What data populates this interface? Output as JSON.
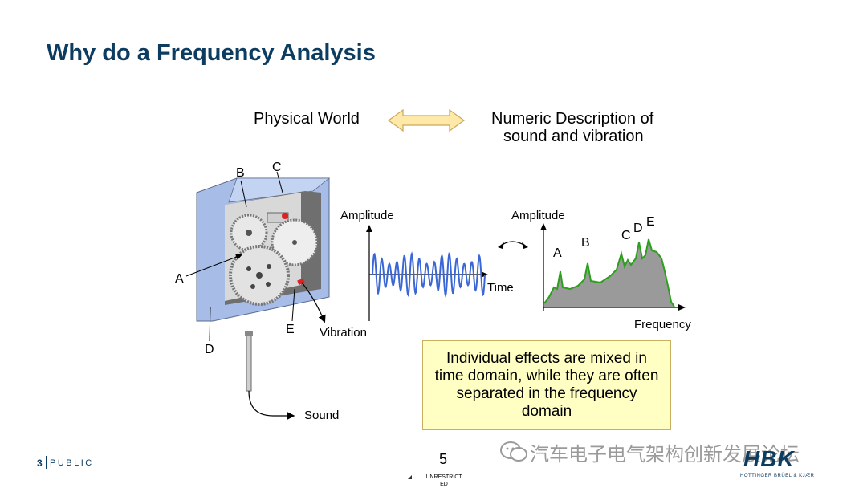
{
  "title": "Why do a Frequency Analysis",
  "diagram": {
    "physical_world": "Physical World",
    "numeric_line1": "Numeric Description of",
    "numeric_line2": "sound and vibration",
    "labels": {
      "a": "A",
      "b": "B",
      "c": "C",
      "d": "D",
      "e": "E",
      "vibration": "Vibration",
      "sound": "Sound"
    },
    "time_plot": {
      "ylabel": "Amplitude",
      "xlabel": "Time"
    },
    "freq_plot": {
      "ylabel": "Amplitude",
      "xlabel": "Frequency",
      "peaks": [
        "A",
        "B",
        "C",
        "D",
        "E"
      ]
    },
    "callout": "Individual effects are mixed in time domain, while they are often separated in the frequency domain"
  },
  "colors": {
    "title": "#0d3c61",
    "signal": "#3a66d6",
    "spectrum_line": "#2e9e1e",
    "spectrum_fill": "#9a9a9a",
    "callout_bg": "#ffffc4",
    "arrow_fill": "#ffe9a8"
  },
  "footer": {
    "page": "3",
    "classification": "PUBLIC",
    "slide_number": "5",
    "unrestricted": "UNRESTRICT ED",
    "watermark": "汽车电子电气架构创新发展论坛",
    "logo": "HBK",
    "logo_sub": "HOTTINGER BRÜEL & KJÆR"
  }
}
